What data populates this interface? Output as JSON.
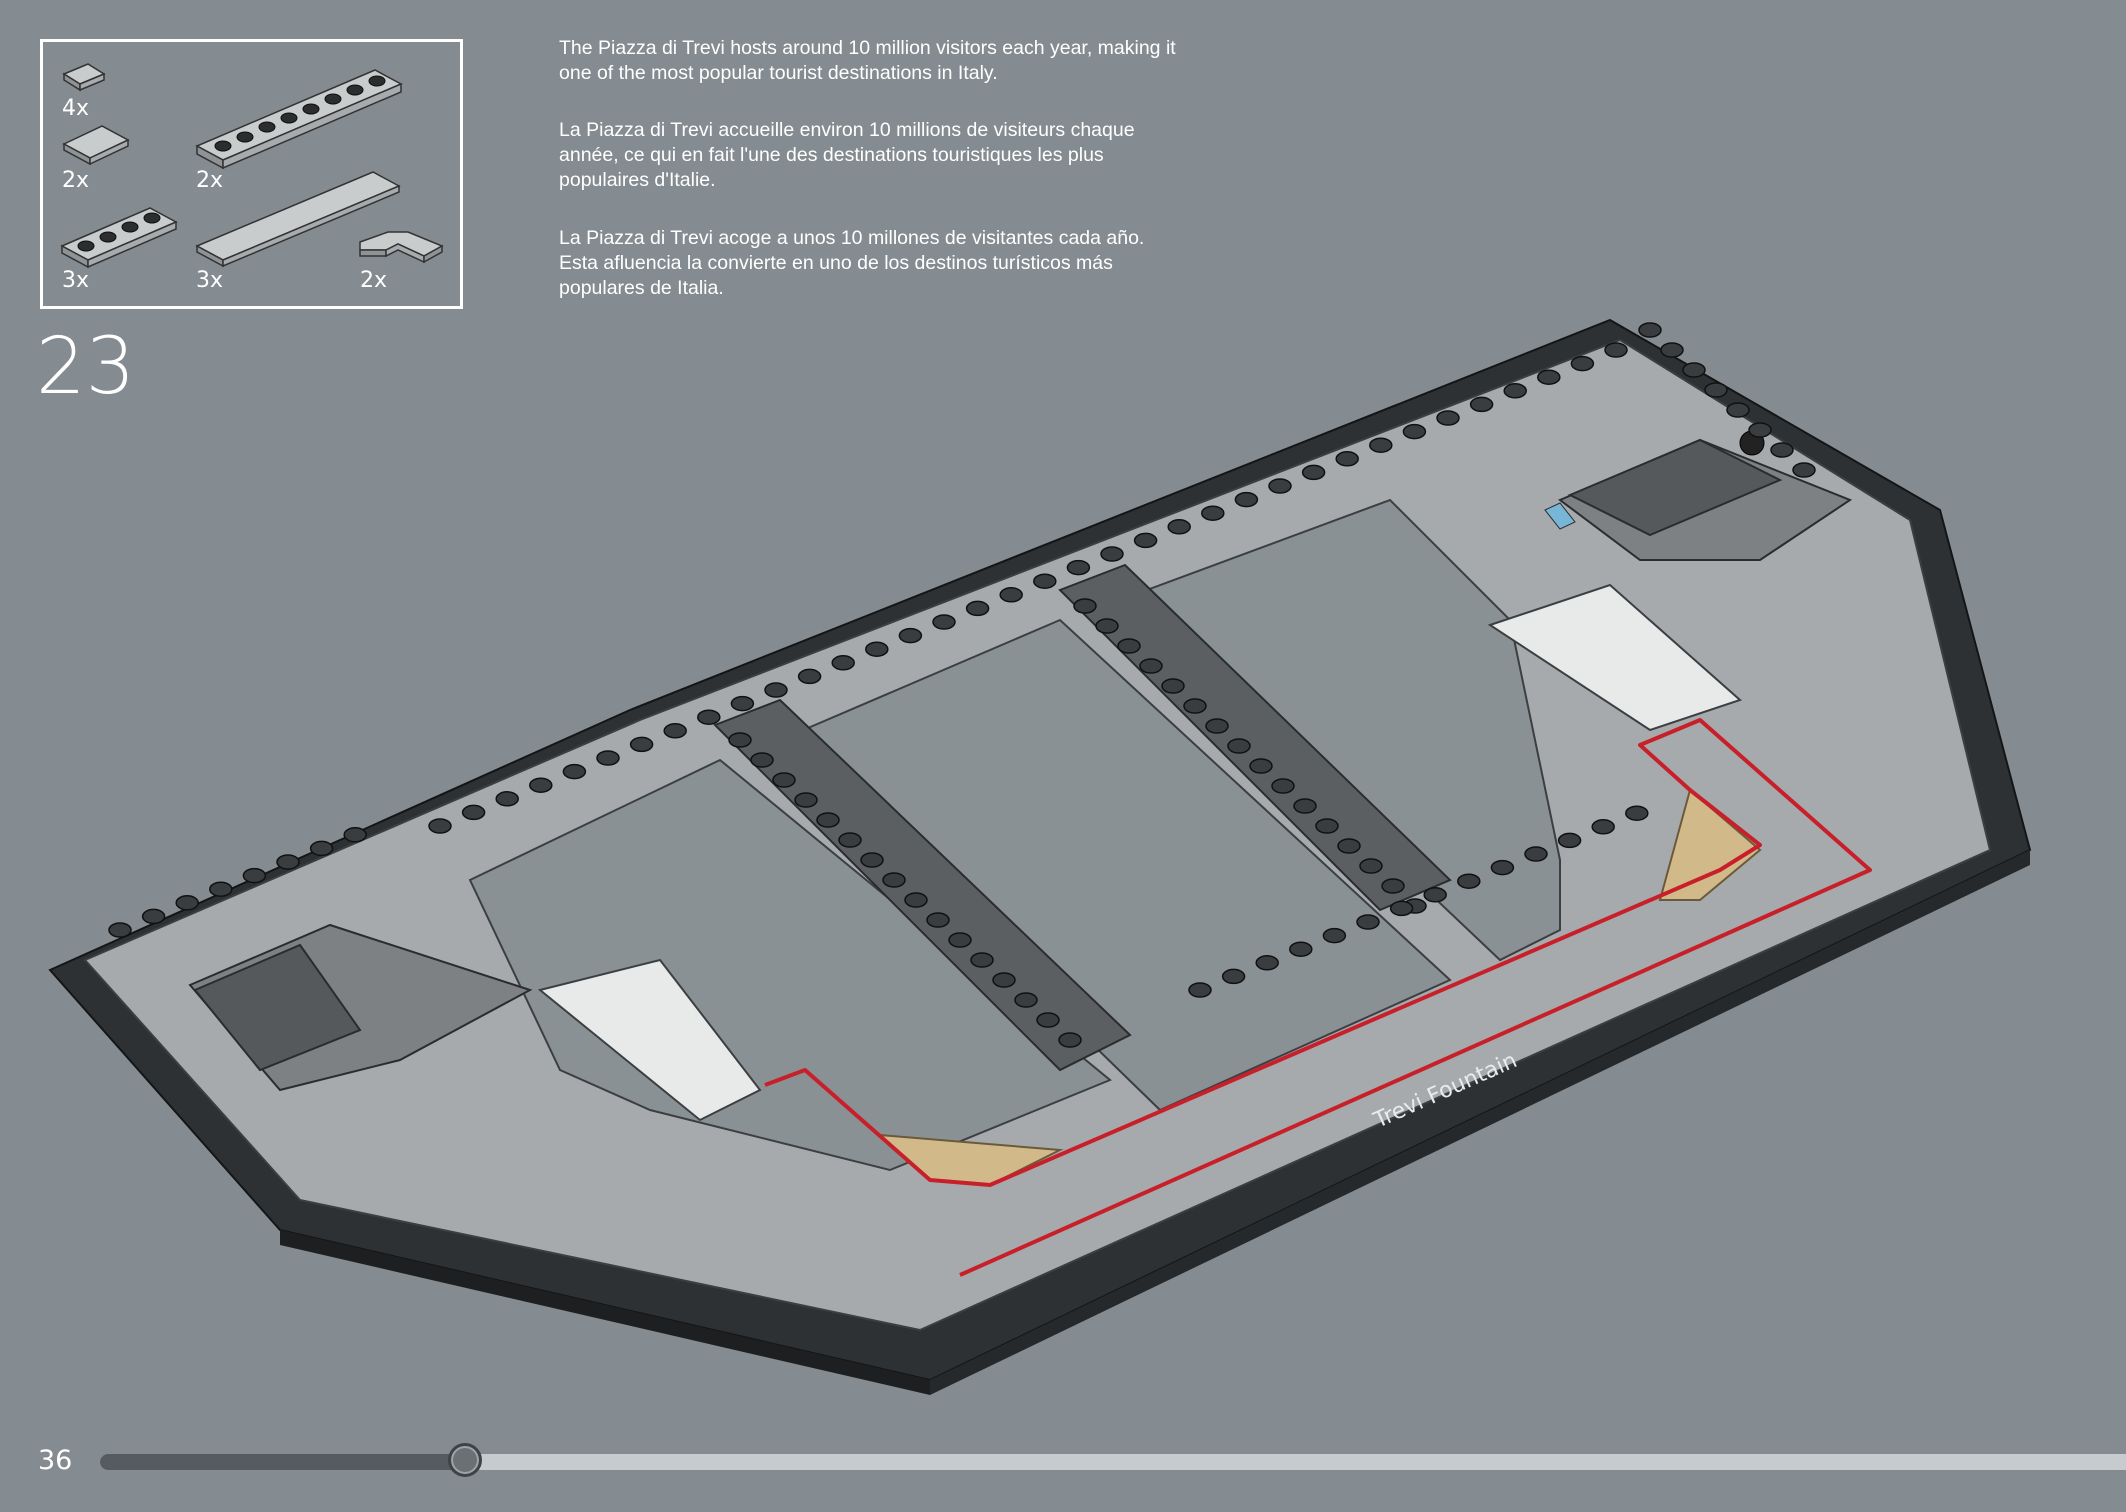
{
  "step": {
    "number": "23"
  },
  "parts": [
    {
      "qty": "4x",
      "kind": "tile-1x1"
    },
    {
      "qty": "2x",
      "kind": "tile-1x2"
    },
    {
      "qty": "2x",
      "kind": "plate-1x8"
    },
    {
      "qty": "3x",
      "kind": "plate-1x4"
    },
    {
      "qty": "3x",
      "kind": "tile-1x8"
    },
    {
      "qty": "2x",
      "kind": "corner-tile"
    }
  ],
  "descriptions": {
    "en": "The Piazza di Trevi hosts around 10 million visitors each year, making it one of the most popular tourist destinations in Italy.",
    "fr": "La Piazza di Trevi accueille environ 10 millions de visiteurs chaque année, ce qui en fait l'une des destinations touristiques les plus populaires d'Italie.",
    "es": "La Piazza di Trevi acoge a unos 10 millones de visitantes cada año. Esta afluencia la convierte en uno de los destinos turísticos más populares de Italia."
  },
  "model": {
    "nameplate_text": "Trevi Fountain"
  },
  "footer": {
    "page_number": "36",
    "progress": 0.18
  },
  "colors": {
    "background": "#848c91",
    "highlight": "#c8202a",
    "tan": "#d2b98a",
    "base_black": "#2e3133",
    "light_gray": "#bfc2c3",
    "dark_gray": "#6f7376"
  }
}
